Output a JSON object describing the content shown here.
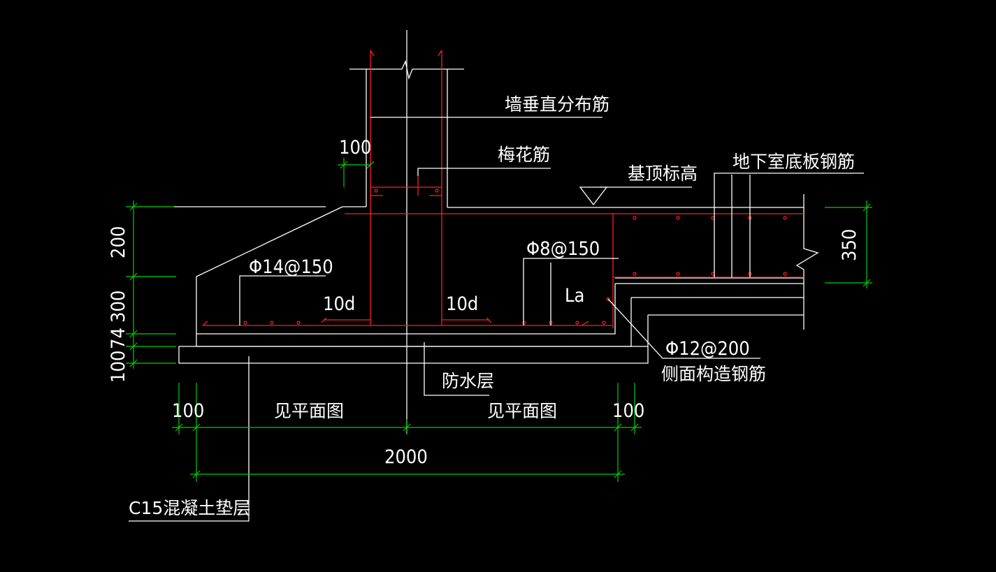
{
  "colors": {
    "background": "#000000",
    "concrete": "#ffffff",
    "rebar": "#ff2020",
    "dimension": "#00d000",
    "text": "#ffffff"
  },
  "labels": {
    "wall_vertical_rebar": "墙垂直分布筋",
    "plum_rebar": "梅花筋",
    "foundation_top_elev": "基顶标高",
    "basement_slab_rebar": "地下室底板钢筋",
    "bottom_rebar": "Φ14@150",
    "stirrup_rebar": "Φ8@150",
    "anchor_length": "La",
    "side_rebar_spec": "Φ12@200",
    "side_rebar": "侧面构造钢筋",
    "waterproof": "防水层",
    "see_plan_left": "见平面图",
    "see_plan_right": "见平面图",
    "cushion": "C15混凝土垫层",
    "hook_left": "10d",
    "hook_right": "10d"
  },
  "dimensions": {
    "wall_cover": "100",
    "slope_height": "200",
    "base_thickness": "300",
    "cover_74": "74",
    "cushion_thickness": "100",
    "slab_thickness": "350",
    "left_offset": "100",
    "right_offset": "100",
    "total_width": "2000"
  }
}
